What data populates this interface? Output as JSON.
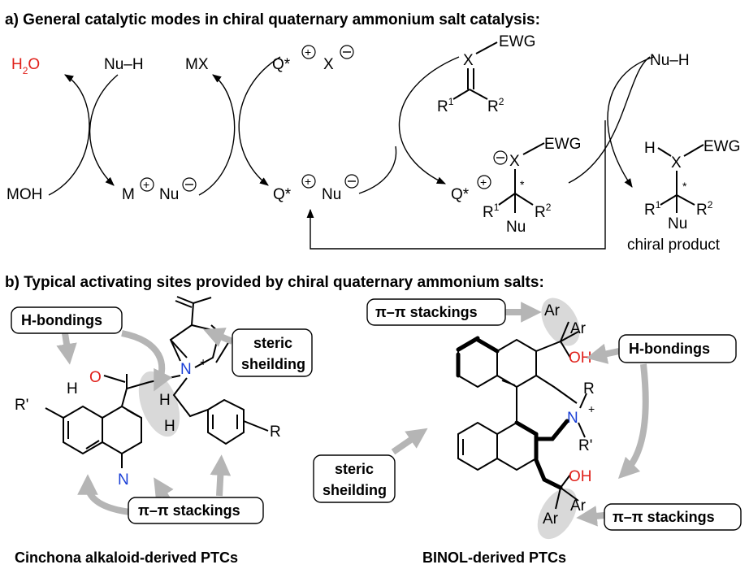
{
  "headers": {
    "a": "a) General catalytic modes in chiral quaternary ammonium salt catalysis:",
    "b": "b) Typical activating sites provided by chiral quaternary ammonium salts:"
  },
  "scheme": {
    "h2o": "H",
    "h2o_sub": "2",
    "h2o_o": "O",
    "nuh": "Nu–H",
    "moh": "MOH",
    "mx": "MX",
    "m": "M",
    "nu": "Nu",
    "q": "Q*",
    "x": "X",
    "ewg": "EWG",
    "r1": "R",
    "r2": "R",
    "sup1": "1",
    "sup2": "2",
    "h": "H",
    "star": "*",
    "plus": "+",
    "minus": "−",
    "chiral_product": "chiral product"
  },
  "left_molecule": {
    "h_bondings": "H-bondings",
    "steric_line1": "steric",
    "steric_line2": "sheilding",
    "pi_stackings": "π–π stackings",
    "r_prime": "R'",
    "r": "R",
    "n": "N",
    "o": "O",
    "h": "H",
    "n_plus": "N",
    "caption": "Cinchona alkaloid-derived PTCs"
  },
  "right_molecule": {
    "pi_top": "π–π stackings",
    "h_bondings": "H-bondings",
    "steric_line1": "steric",
    "steric_line2": "sheilding",
    "pi_bottom": "π–π stackings",
    "ar": "Ar",
    "oh": "OH",
    "n": "N",
    "r": "R",
    "r_prime": "R'",
    "caption": "BINOL-derived PTCs"
  },
  "colors": {
    "red": "#e0201a",
    "blue": "#1a3fd6",
    "grey_arrow": "#b5b5b5",
    "bubble": "#d9d9d9"
  }
}
